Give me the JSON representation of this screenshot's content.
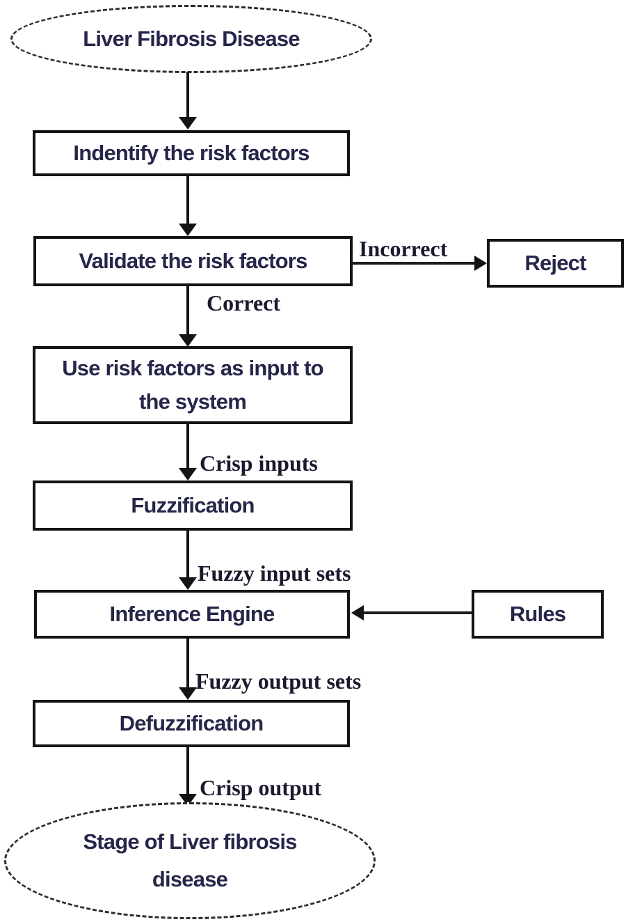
{
  "nodes": {
    "start": {
      "label": "Liver Fibrosis Disease"
    },
    "identify": {
      "label": "Indentify the risk factors"
    },
    "validate": {
      "label": "Validate the risk factors"
    },
    "reject": {
      "label": "Reject"
    },
    "use_input": {
      "line1": "Use risk factors as input to",
      "line2": "the system"
    },
    "fuzzification": {
      "label": "Fuzzification"
    },
    "inference": {
      "label": "Inference Engine"
    },
    "rules": {
      "label": "Rules"
    },
    "defuzzification": {
      "label": "Defuzzification"
    },
    "end": {
      "line1": "Stage of Liver fibrosis",
      "line2": "disease"
    }
  },
  "edge_labels": {
    "incorrect": "Incorrect",
    "correct": "Correct",
    "crisp_inputs": "Crisp inputs",
    "fuzzy_input_sets": "Fuzzy input sets",
    "fuzzy_output_sets": "Fuzzy output sets",
    "crisp_output": "Crisp output"
  },
  "colors": {
    "node_text": "#26264a",
    "edge_label_text": "#1a1a2e",
    "line": "#141414",
    "background": "#ffffff"
  }
}
